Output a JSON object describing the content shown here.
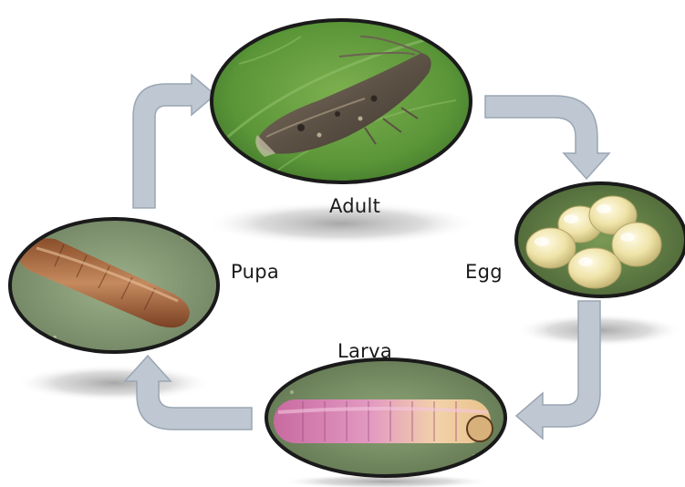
{
  "stages": {
    "adult": {
      "label": "Adult",
      "image": "moth-adult-photo"
    },
    "egg": {
      "label": "Egg",
      "image": "egg-cluster-photo"
    },
    "larva": {
      "label": "Larva",
      "image": "pink-larva-photo"
    },
    "pupa": {
      "label": "Pupa",
      "image": "brown-pupa-photo"
    }
  },
  "colors": {
    "arrow_fill": "#bfc8d2",
    "arrow_stroke": "#9aa6b3",
    "leaf_green": "#5f9a3c",
    "frame": "#1a1a1a"
  }
}
